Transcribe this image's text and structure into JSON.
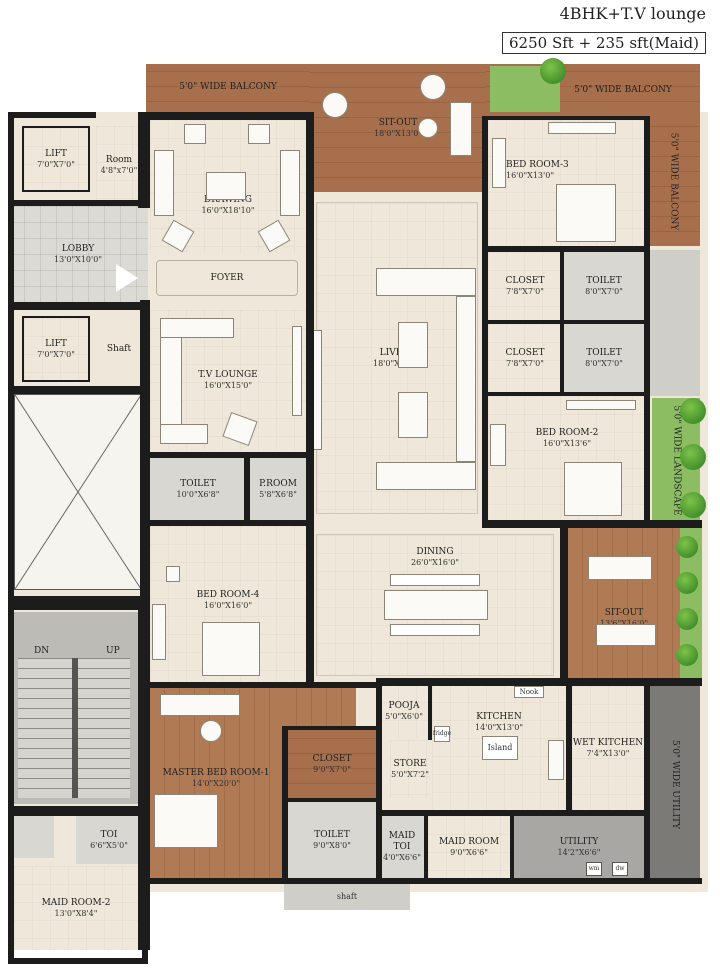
{
  "title": {
    "line1": "4BHK+T.V lounge",
    "line2": "6250 Sft + 235 sft(Maid)"
  },
  "rooms": {
    "balcony_top": {
      "name": "5'0\" WIDE BALCONY"
    },
    "sitout_top": {
      "name": "SIT-OUT",
      "dim": "18'0\"X13'0\""
    },
    "balcony_right_top": {
      "name": "5'0\" WIDE BALCONY"
    },
    "balcony_right_side": {
      "name": "5'0\" WIDE BALCONY"
    },
    "lift1": {
      "name": "LIFT",
      "dim": "7'0\"X7'0\""
    },
    "room_small": {
      "name": "Room",
      "dim": "4'8\"x7'0\""
    },
    "drawing": {
      "name": "DRAWING",
      "dim": "16'0\"X18'10\""
    },
    "bedroom3": {
      "name": "BED ROOM-3",
      "dim": "16'0\"X13'0\""
    },
    "lobby": {
      "name": "LOBBY",
      "dim": "13'0\"X10'0\""
    },
    "foyer": {
      "name": "FOYER"
    },
    "closet1": {
      "name": "CLOSET",
      "dim": "7'8\"X7'0\""
    },
    "toilet1": {
      "name": "TOILET",
      "dim": "8'0\"X7'0\""
    },
    "lift2": {
      "name": "LIFT",
      "dim": "7'0\"X7'0\""
    },
    "shaft1": {
      "name": "Shaft"
    },
    "tv_lounge": {
      "name": "T.V LOUNGE",
      "dim": "16'0\"X15'0\""
    },
    "living": {
      "name": "LIVING",
      "dim": "18'0\"X34'0\""
    },
    "closet2": {
      "name": "CLOSET",
      "dim": "7'8\"X7'0\""
    },
    "toilet2": {
      "name": "TOILET",
      "dim": "8'0\"X7'0\""
    },
    "bedroom2": {
      "name": "BED ROOM-2",
      "dim": "16'0\"X13'6\""
    },
    "landscape": {
      "name": "5'0\" WIDE LANDSCAPE"
    },
    "toilet3": {
      "name": "TOILET",
      "dim": "10'0\"X6'8\""
    },
    "proom": {
      "name": "P.ROOM",
      "dim": "5'8\"X6'8\""
    },
    "dining": {
      "name": "DINING",
      "dim": "26'0\"X16'0\""
    },
    "bedroom4": {
      "name": "BED ROOM-4",
      "dim": "16'0\"X16'0\""
    },
    "sitout_right": {
      "name": "SIT-OUT",
      "dim": "13'6\"X16'0\""
    },
    "stair": {
      "dn": "DN",
      "up": "UP"
    },
    "pooja": {
      "name": "POOJA",
      "dim": "5'0\"X6'0\""
    },
    "kitchen": {
      "name": "KITCHEN",
      "dim": "14'0\"X13'0\"",
      "island": "Island",
      "nook": "Nook",
      "fridge": "fridge"
    },
    "master_bed": {
      "name": "MASTER BED ROOM-1",
      "dim": "14'0\"X20'0\""
    },
    "closet3": {
      "name": "CLOSET",
      "dim": "9'0\"X7'0\""
    },
    "store": {
      "name": "STORE",
      "dim": "5'0\"X7'2\""
    },
    "wet_kitchen": {
      "name": "WET KITCHEN",
      "dim": "7'4\"X13'0\""
    },
    "utility_side": {
      "name": "5'0\" WIDE UTILITY"
    },
    "toilet4": {
      "name": "TOILET",
      "dim": "9'0\"X8'0\""
    },
    "maid_toilet": {
      "name": "MAID TOI",
      "dim": "4'0\"X6'6\""
    },
    "maid_room": {
      "name": "MAID ROOM",
      "dim": "9'0\"X6'6\""
    },
    "utility": {
      "name": "UTILITY",
      "dim": "14'2\"X6'6\"",
      "wm": "wm",
      "dw": "dw"
    },
    "toilet5": {
      "name": "TOI",
      "dim": "6'6\"X5'0\""
    },
    "maid_room2": {
      "name": "MAID ROOM-2",
      "dim": "13'0\"X8'4\""
    },
    "shaft_bottom": {
      "name": "shaft"
    }
  },
  "colors": {
    "wall": "#1c1c1c",
    "floor_tile": "#efe8da",
    "wood": "#b07a55",
    "grass": "#8dbd62",
    "grey_utility": "#7c7a77"
  }
}
